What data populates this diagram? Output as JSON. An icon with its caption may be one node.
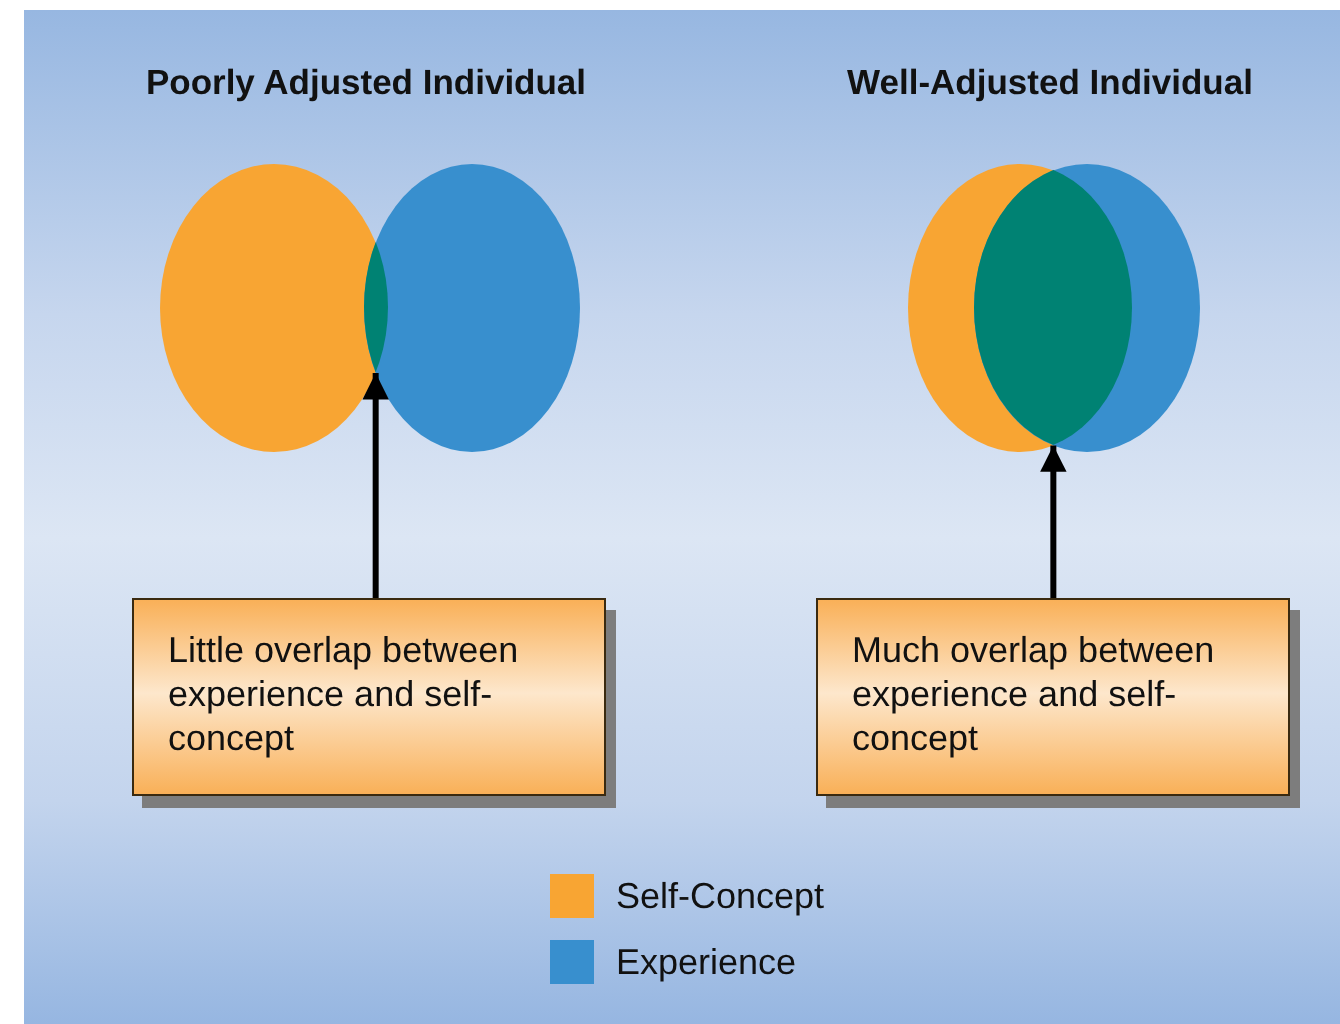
{
  "diagram": {
    "nodes": [
      {
        "text": [],
        "shape": "lens"
      },
      {
        "text": [],
        "shape": "lens"
      },
      {
        "text": [
          "Little overlap between experience and self-concept"
        ]
      },
      {
        "text": [
          "Much overlap between experience and self-concept"
        ]
      }
    ],
    "edges": [
      {
        "from": 2,
        "to": 0,
        "arrow": "to"
      },
      {
        "from": 3,
        "to": 1,
        "arrow": "to"
      }
    ],
    "labels": [
      "Poorly Adjusted Individual",
      "Well-Adjusted Individual"
    ],
    "legend": [
      {
        "text": "Self-Concept",
        "color": "#f8a533"
      },
      {
        "text": "Experience",
        "color": "#388fce"
      }
    ]
  }
}
